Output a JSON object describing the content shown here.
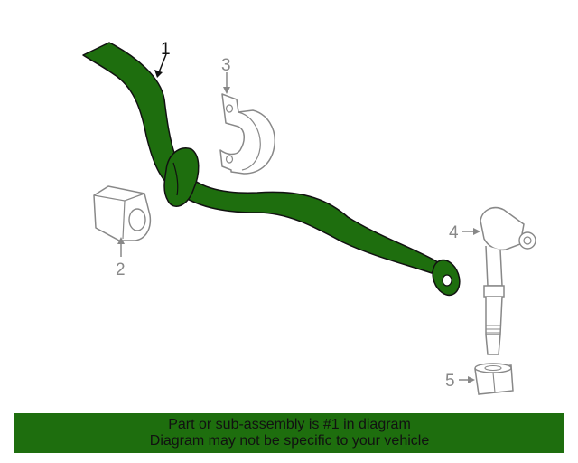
{
  "diagram": {
    "callouts": {
      "part1": "1",
      "part2": "2",
      "part3": "3",
      "part4": "4",
      "part5": "5"
    },
    "colors": {
      "highlight": "#1e6e0e",
      "line": "#111111",
      "grey": "#888888"
    },
    "highlighted_part": "1"
  },
  "footer": {
    "line1": "Part or sub-assembly is #1 in diagram",
    "line2": "Diagram may not be specific to your vehicle"
  }
}
